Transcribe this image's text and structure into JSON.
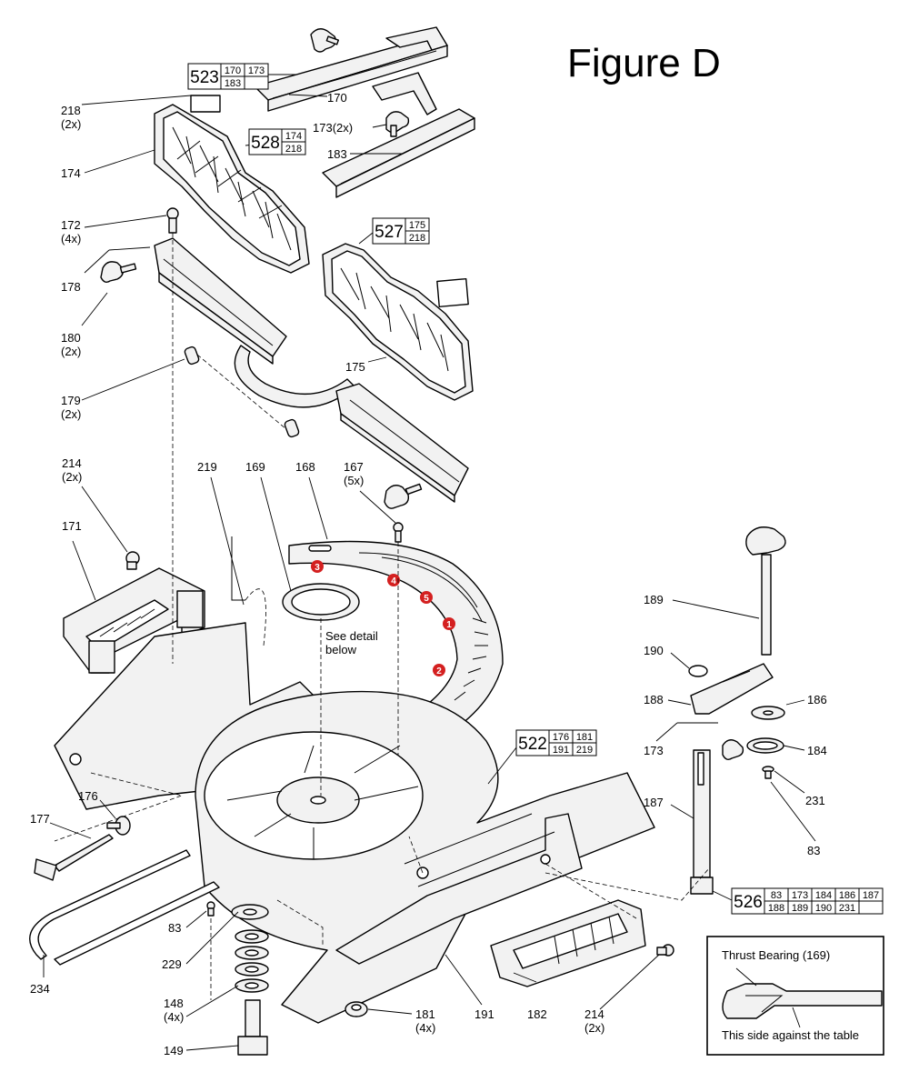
{
  "figure_title": "Figure D",
  "callouts": {
    "p218": [
      "218",
      "(2x)"
    ],
    "p174": [
      "174"
    ],
    "p172": [
      "172",
      "(4x)"
    ],
    "p178": [
      "178"
    ],
    "p180": [
      "180",
      "(2x)"
    ],
    "p179": [
      "179",
      "(2x)"
    ],
    "p170": [
      "170"
    ],
    "p173a": [
      "173(2x)"
    ],
    "p183": [
      "183"
    ],
    "p175": [
      "175"
    ],
    "p214a": [
      "214",
      "(2x)"
    ],
    "p171": [
      "171"
    ],
    "p219": [
      "219"
    ],
    "p169": [
      "169"
    ],
    "p168": [
      "168"
    ],
    "p167": [
      "167",
      "(5x)"
    ],
    "p189": [
      "189"
    ],
    "p190": [
      "190"
    ],
    "p188": [
      "188"
    ],
    "p186": [
      "186"
    ],
    "p173b": [
      "173"
    ],
    "p184": [
      "184"
    ],
    "p231": [
      "231"
    ],
    "p187": [
      "187"
    ],
    "p83b": [
      "83"
    ],
    "p176": [
      "176"
    ],
    "p177": [
      "177"
    ],
    "p83a": [
      "83"
    ],
    "p229": [
      "229"
    ],
    "p148": [
      "148",
      "(4x)"
    ],
    "p149": [
      "149"
    ],
    "p234": [
      "234"
    ],
    "p181": [
      "181",
      "(4x)"
    ],
    "p191": [
      "191"
    ],
    "p182": [
      "182"
    ],
    "p214b": [
      "214",
      "(2x)"
    ]
  },
  "see_detail": [
    "See detail",
    "below"
  ],
  "kits": {
    "k523": {
      "main": "523",
      "rows": [
        [
          "170",
          "173"
        ],
        [
          "183",
          ""
        ]
      ]
    },
    "k528": {
      "main": "528",
      "rows": [
        [
          "174"
        ],
        [
          "218"
        ]
      ]
    },
    "k527": {
      "main": "527",
      "rows": [
        [
          "175"
        ],
        [
          "218"
        ]
      ]
    },
    "k522": {
      "main": "522",
      "rows": [
        [
          "176",
          "181"
        ],
        [
          "191",
          "219"
        ]
      ]
    },
    "k526": {
      "main": "526",
      "rows": [
        [
          "83",
          "173",
          "184",
          "186",
          "187"
        ],
        [
          "188",
          "189",
          "190",
          "231",
          ""
        ]
      ]
    }
  },
  "sequence_markers": [
    "1",
    "2",
    "3",
    "4",
    "5"
  ],
  "detail": {
    "title": "Thrust Bearing (169)",
    "note": "This side against the table"
  },
  "colors": {
    "sequence_marker": "#d42020"
  }
}
